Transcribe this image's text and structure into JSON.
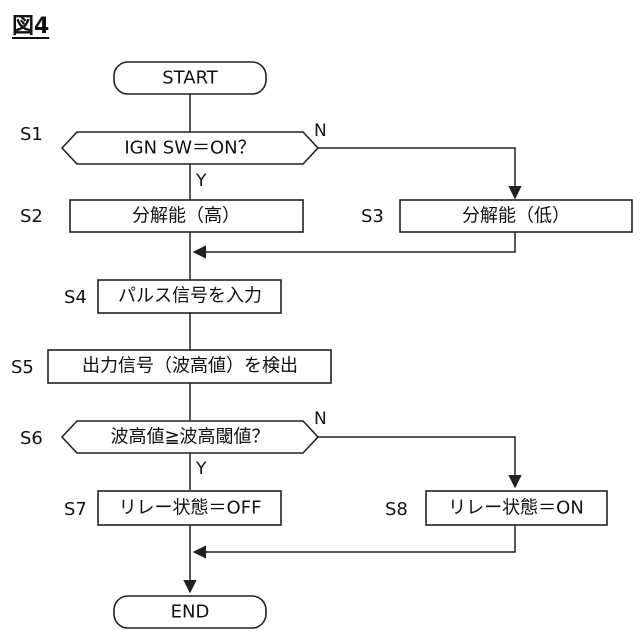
{
  "figure_title": "図4",
  "nodes": {
    "start": "START",
    "s1": "IGN SW＝ON？",
    "s2": "分解能（高）",
    "s3": "分解能（低）",
    "s4": "パルス信号を入力",
    "s5": "出力信号（波高値）を検出",
    "s6": "波高値≧波高閾値？",
    "s7": "リレー状態＝OFF",
    "s8": "リレー状態＝ON",
    "end": "END"
  },
  "steps": {
    "s1": "S1",
    "s2": "S2",
    "s3": "S3",
    "s4": "S4",
    "s5": "S5",
    "s6": "S6",
    "s7": "S7",
    "s8": "S8"
  },
  "branches": {
    "s1_no": "N",
    "s1_yes": "Y",
    "s6_no": "N",
    "s6_yes": "Y"
  }
}
